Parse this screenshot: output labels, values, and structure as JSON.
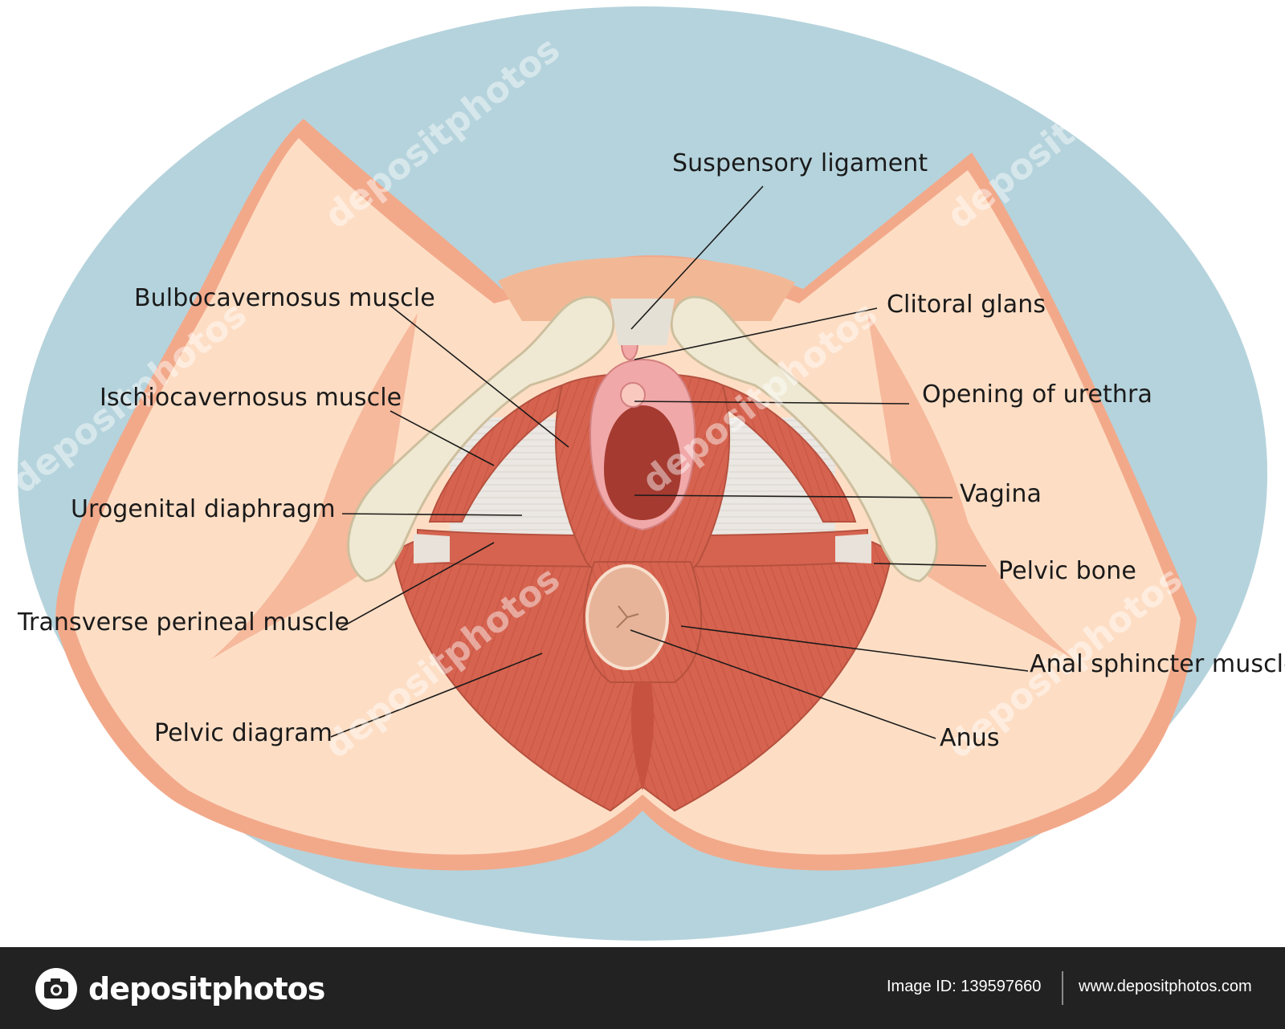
{
  "labels": {
    "suspensory_ligament": "Suspensory ligament",
    "bulbocavernosus": "Bulbocavernosus muscle",
    "clitoral_glans": "Clitoral glans",
    "ischiocavernosus": "Ischiocavernosus muscle",
    "opening_urethra": "Opening of urethra",
    "urogenital_diaphragm": "Urogenital diaphragm",
    "vagina": "Vagina",
    "pelvic_bone": "Pelvic bone",
    "transverse_perineal": "Transverse perineal muscle",
    "anal_sphincter": "Anal sphincter muscle",
    "pelvic_diagram": "Pelvic diagram",
    "anus": "Anus"
  },
  "footer": {
    "brand": "depositphotos",
    "image_id": "Image ID: 139597660",
    "site": "www.depositphotos.com"
  },
  "watermark": "depositphotos",
  "colors": {
    "oval": "#b5d3dc",
    "skin": "#fddec5",
    "skin_edge": "#f2a98a",
    "muscle": "#d6634f",
    "bone": "#efe9d3",
    "footer": "#222222"
  }
}
